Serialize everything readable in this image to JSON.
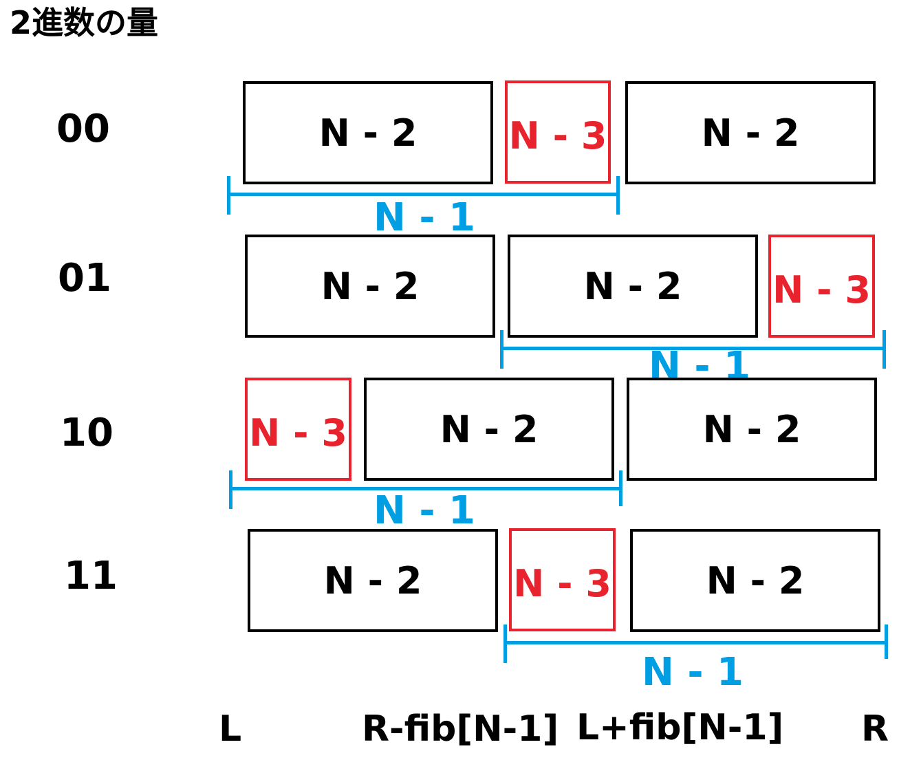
{
  "title": "2進数の量",
  "rows": [
    {
      "label": "00",
      "boxes": [
        "N - 2",
        "N - 3",
        "N - 2"
      ],
      "bracket_label": "N - 1"
    },
    {
      "label": "01",
      "boxes": [
        "N - 2",
        "N - 2",
        "N - 3"
      ],
      "bracket_label": "N - 1"
    },
    {
      "label": "10",
      "boxes": [
        "N - 3",
        "N - 2",
        "N - 2"
      ],
      "bracket_label": "N - 1"
    },
    {
      "label": "11",
      "boxes": [
        "N - 2",
        "N - 3",
        "N - 2"
      ],
      "bracket_label": "N - 1"
    }
  ],
  "bottom_labels": [
    "L",
    "R-fib[N-1]",
    "L+fib[N-1]",
    "R"
  ],
  "colors": {
    "box_border": "#000000",
    "highlight": "#e8232d",
    "bracket": "#009fe3"
  }
}
